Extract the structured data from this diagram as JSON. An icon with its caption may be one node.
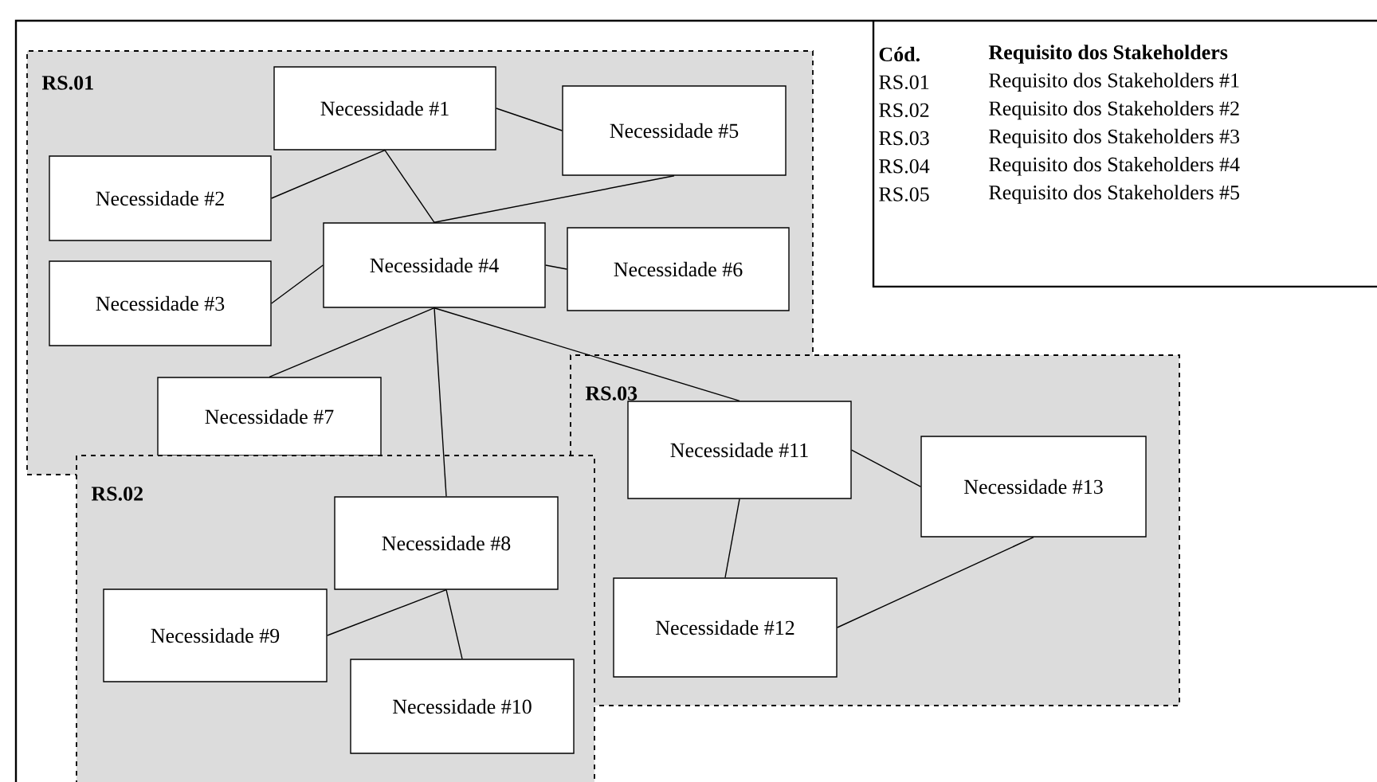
{
  "diagram": {
    "nodes": [
      {
        "text": [
          "RS.01"
        ]
      },
      {
        "text": [
          "Necessidade #1"
        ],
        "in": 0
      },
      {
        "text": [
          "Necessidade #2"
        ],
        "in": 0
      },
      {
        "text": [
          "Necessidade #3"
        ],
        "in": 0
      },
      {
        "text": [
          "Necessidade #4"
        ],
        "in": 0
      },
      {
        "text": [
          "Necessidade #5"
        ],
        "in": 0
      },
      {
        "text": [
          "Necessidade #6"
        ],
        "in": 0
      },
      {
        "text": [
          "Necessidade #7"
        ],
        "in": 0
      },
      {
        "text": [
          "RS.02"
        ]
      },
      {
        "text": [
          "Necessidade #8"
        ],
        "in": 8
      },
      {
        "text": [
          "Necessidade #9"
        ],
        "in": 8
      },
      {
        "text": [
          "Necessidade #10"
        ],
        "in": 8
      },
      {
        "text": [
          "RS.03"
        ]
      },
      {
        "text": [
          "Necessidade #11"
        ],
        "in": 12
      },
      {
        "text": [
          "Necessidade #12"
        ],
        "in": 12
      },
      {
        "text": [
          "Necessidade #13"
        ],
        "in": 12
      }
    ],
    "edges": [
      {
        "from": 1,
        "to": 2,
        "arrow": "none"
      },
      {
        "from": 1,
        "to": 4,
        "arrow": "none"
      },
      {
        "from": 1,
        "to": 5,
        "arrow": "none"
      },
      {
        "from": 4,
        "to": 5,
        "arrow": "none"
      },
      {
        "from": 3,
        "to": 4,
        "arrow": "none"
      },
      {
        "from": 4,
        "to": 6,
        "arrow": "none"
      },
      {
        "from": 4,
        "to": 7,
        "arrow": "none"
      },
      {
        "from": 4,
        "to": 9,
        "arrow": "none"
      },
      {
        "from": 4,
        "to": 13,
        "arrow": "none"
      },
      {
        "from": 9,
        "to": 10,
        "arrow": "none"
      },
      {
        "from": 9,
        "to": 11,
        "arrow": "none"
      },
      {
        "from": 13,
        "to": 15,
        "arrow": "none"
      },
      {
        "from": 13,
        "to": 14,
        "arrow": "none"
      },
      {
        "from": 14,
        "to": 15,
        "arrow": "none"
      }
    ],
    "labels": [
      "Cód.",
      "Requisito dos Stakeholders",
      "RS.01",
      "Requisito dos Stakeholders #1",
      "RS.02",
      "Requisito dos Stakeholders #2",
      "RS.03",
      "Requisito dos Stakeholders #3",
      "RS.04",
      "Requisito dos Stakeholders #4",
      "RS.05",
      "Requisito dos Stakeholders #5"
    ]
  }
}
